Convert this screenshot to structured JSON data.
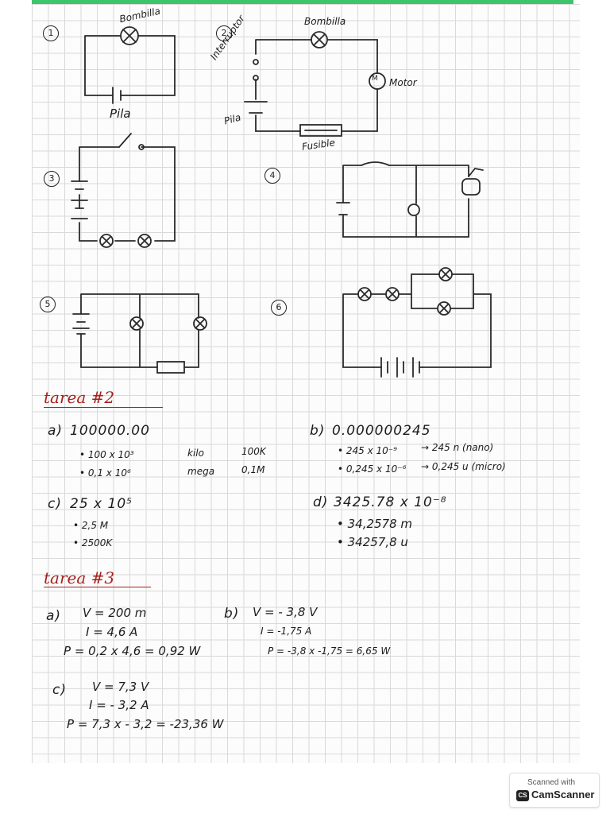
{
  "circuits": {
    "c1": {
      "number": "1",
      "bulb": "Bombilla",
      "battery": "Pila"
    },
    "c2": {
      "number": "2",
      "bulb": "Bombilla",
      "switch": "Interruptor",
      "motor_symbol": "M",
      "motor": "Motor",
      "battery": "Pila",
      "fuse": "Fusible"
    },
    "c3": {
      "number": "3"
    },
    "c4": {
      "number": "4"
    },
    "c5": {
      "number": "5"
    },
    "c6": {
      "number": "6"
    }
  },
  "tarea2": {
    "title": "tarea   #2",
    "a": {
      "label": "a)",
      "value": "100000.00",
      "line1": {
        "expr": "• 100 x 10³",
        "unit": "kilo",
        "result": "100K"
      },
      "line2": {
        "expr": "• 0,1 x 10⁶",
        "unit": "mega",
        "result": "0,1M"
      }
    },
    "b": {
      "label": "b)",
      "value": "0.000000245",
      "line1": {
        "expr": "• 245 x 10⁻⁹",
        "result": "→ 245 n (nano)"
      },
      "line2": {
        "expr": "• 0,245 x 10⁻⁶",
        "result": "→ 0,245 u (micro)"
      }
    },
    "c": {
      "label": "c)",
      "value": "25 x 10⁵",
      "line1": "• 2,5 M",
      "line2": "• 2500K"
    },
    "d": {
      "label": "d)",
      "value": "3425.78 x 10⁻⁸",
      "line1": "• 34,2578 m",
      "line2": "• 34257,8 u"
    }
  },
  "tarea3": {
    "title": "tarea   #3",
    "a": {
      "label": "a)",
      "v": "V = 200 m",
      "i": "I = 4,6 A",
      "p": "P = 0,2 x 4,6 = 0,92 W"
    },
    "b": {
      "label": "b)",
      "v": "V = - 3,8 V",
      "i": "I = -1,75 A",
      "p": "P = -3,8 x -1,75 = 6,65 W"
    },
    "c": {
      "label": "c)",
      "v": "V = 7,3 V",
      "i": "I = - 3,2 A",
      "p": "P = 7,3 x - 3,2 = -23,36 W"
    }
  },
  "scanner": {
    "line1": "Scanned with",
    "logo": "CS",
    "line2": "CamScanner"
  },
  "colors": {
    "ink": "#1c1c1c",
    "title": "#a3221d",
    "top_bar": "#3ec46a",
    "grid": "#d9d9d9"
  }
}
